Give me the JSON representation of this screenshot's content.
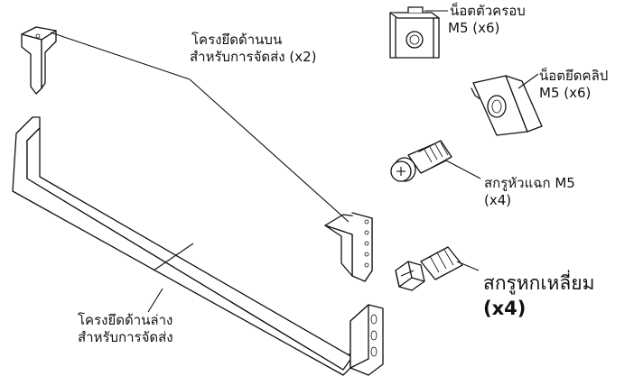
{
  "labels": {
    "top_bracket": {
      "line1": "โครงยึดด้านบน",
      "line2": "สำหรับการจัดส่ง (x2)"
    },
    "bottom_bracket": {
      "line1": "โครงยึดด้านล่าง",
      "line2": "สำหรับการจัดส่ง"
    },
    "cage_nut": {
      "line1": "น็อตตัวครอบ",
      "line2": "M5 (x6)"
    },
    "clip_nut": {
      "line1": "น็อตยึดคลิป",
      "line2": "M5 (x6)"
    },
    "pan_screw": {
      "line1": "สกรูหัวแฉก M5",
      "line2": "(x4)"
    },
    "hex_screw": {
      "line1": "สกรูหกเหลี่ยม",
      "line2": "(x4)"
    }
  }
}
